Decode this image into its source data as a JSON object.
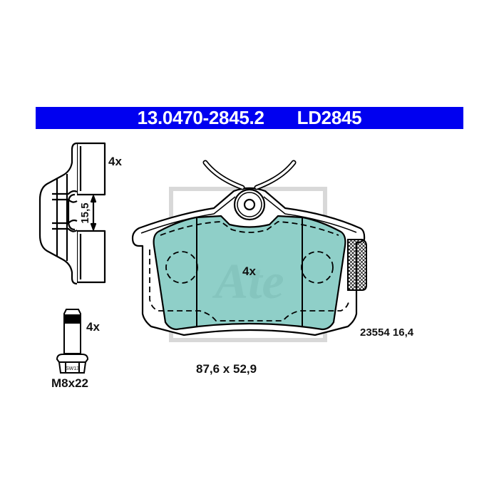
{
  "header": {
    "part_number": "13.0470-2845.2",
    "ld_number": "LD2845",
    "background_color": "#0000f0"
  },
  "clip": {
    "quantity": "4x",
    "dimension": "15,5"
  },
  "bolt": {
    "quantity": "4x",
    "head_label": "SW13",
    "size": "M8x22"
  },
  "pad": {
    "quantity": "4x",
    "dimensions": "87,6 x 52,9",
    "reference": "23554 16,4",
    "fill_color": "#8fcfc8",
    "watermark": "Ate"
  }
}
